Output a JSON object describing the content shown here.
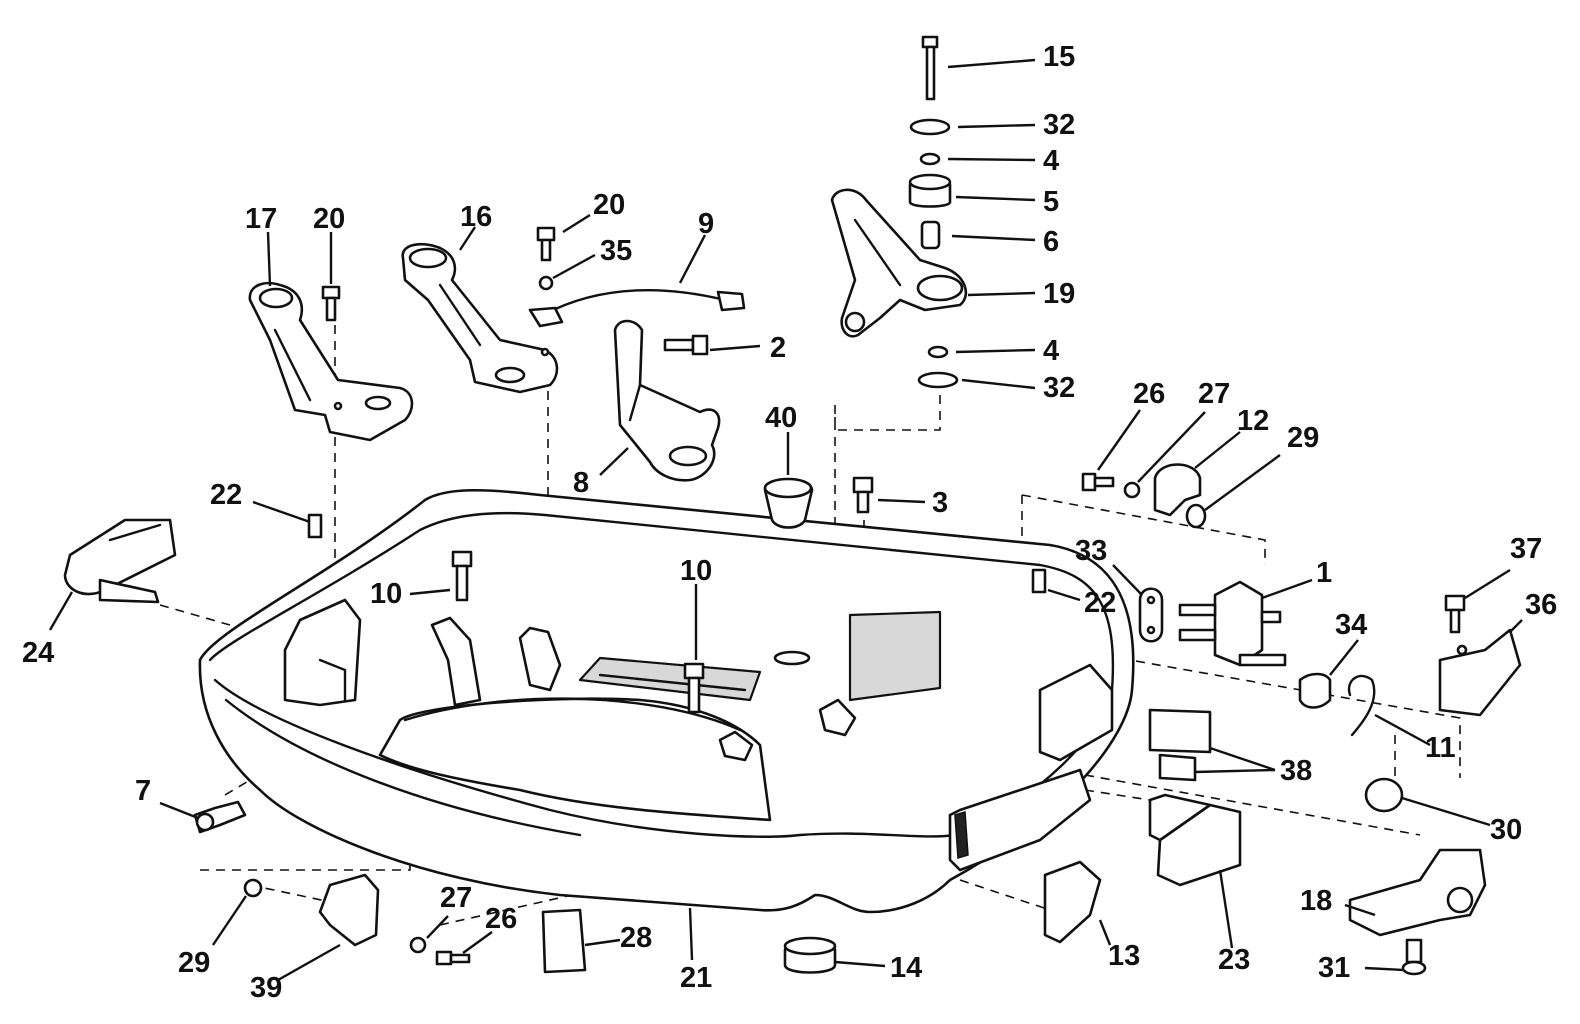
{
  "diagram": {
    "callouts": [
      {
        "id": "c15",
        "text": "15"
      },
      {
        "id": "c32a",
        "text": "32"
      },
      {
        "id": "c4a",
        "text": "4"
      },
      {
        "id": "c5",
        "text": "5"
      },
      {
        "id": "c6",
        "text": "6"
      },
      {
        "id": "c19",
        "text": "19"
      },
      {
        "id": "c4b",
        "text": "4"
      },
      {
        "id": "c32b",
        "text": "32"
      },
      {
        "id": "c2",
        "text": "2"
      },
      {
        "id": "c9",
        "text": "9"
      },
      {
        "id": "c20a",
        "text": "20"
      },
      {
        "id": "c35",
        "text": "35"
      },
      {
        "id": "c16",
        "text": "16"
      },
      {
        "id": "c17",
        "text": "17"
      },
      {
        "id": "c20b",
        "text": "20"
      },
      {
        "id": "c8",
        "text": "8"
      },
      {
        "id": "c40",
        "text": "40"
      },
      {
        "id": "c3",
        "text": "3"
      },
      {
        "id": "c26a",
        "text": "26"
      },
      {
        "id": "c27a",
        "text": "27"
      },
      {
        "id": "c12",
        "text": "12"
      },
      {
        "id": "c29a",
        "text": "29"
      },
      {
        "id": "c22a",
        "text": "22"
      },
      {
        "id": "c24",
        "text": "24"
      },
      {
        "id": "c10a",
        "text": "10"
      },
      {
        "id": "c10b",
        "text": "10"
      },
      {
        "id": "c33",
        "text": "33"
      },
      {
        "id": "c22b",
        "text": "22"
      },
      {
        "id": "c1",
        "text": "1"
      },
      {
        "id": "c37",
        "text": "37"
      },
      {
        "id": "c36",
        "text": "36"
      },
      {
        "id": "c34",
        "text": "34"
      },
      {
        "id": "c11",
        "text": "11"
      },
      {
        "id": "c38",
        "text": "38"
      },
      {
        "id": "c30",
        "text": "30"
      },
      {
        "id": "c7",
        "text": "7"
      },
      {
        "id": "c29b",
        "text": "29"
      },
      {
        "id": "c39",
        "text": "39"
      },
      {
        "id": "c27b",
        "text": "27"
      },
      {
        "id": "c26b",
        "text": "26"
      },
      {
        "id": "c28",
        "text": "28"
      },
      {
        "id": "c21",
        "text": "21"
      },
      {
        "id": "c14",
        "text": "14"
      },
      {
        "id": "c13",
        "text": "13"
      },
      {
        "id": "c23",
        "text": "23"
      },
      {
        "id": "c18",
        "text": "18"
      },
      {
        "id": "c31",
        "text": "31"
      }
    ]
  }
}
